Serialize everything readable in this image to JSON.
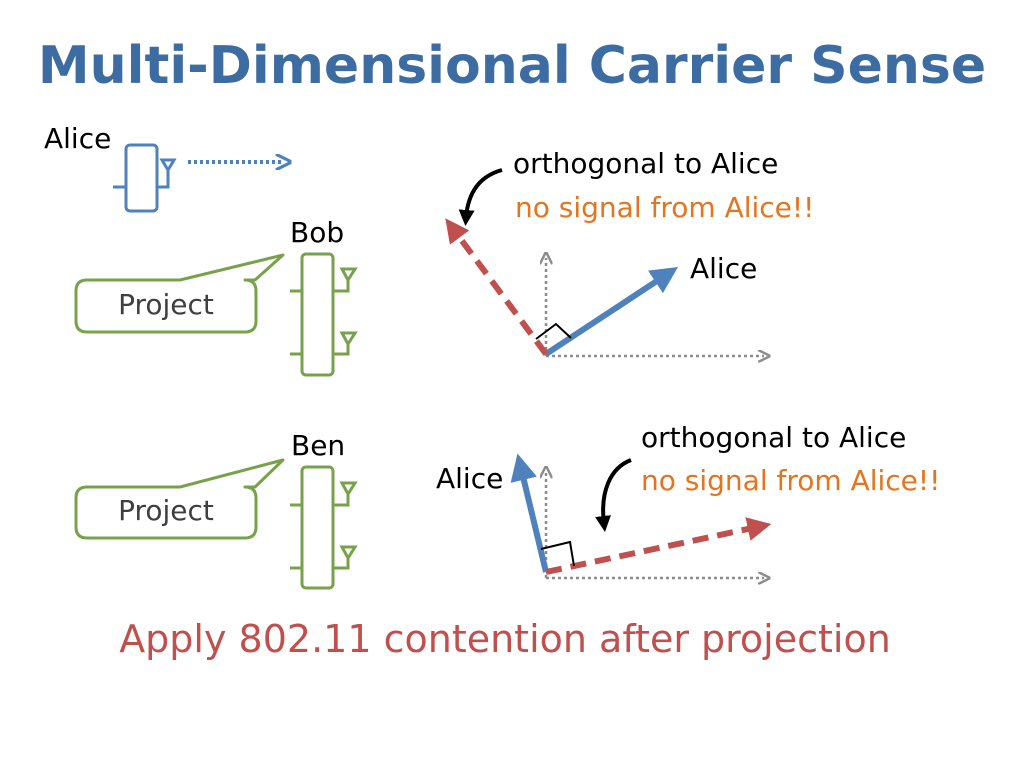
{
  "slide": {
    "title": "Multi-Dimensional Carrier Sense",
    "footer": "Apply 802.11 contention after projection"
  },
  "nodes": {
    "alice": "Alice",
    "bob": "Bob",
    "ben": "Ben"
  },
  "bubbles": {
    "bob": "Project",
    "ben": "Project"
  },
  "top_panel": {
    "note_line1": "orthogonal to Alice",
    "note_line2": "no signal from Alice!!",
    "vector_label": "Alice"
  },
  "bottom_panel": {
    "note_line1": "orthogonal to Alice",
    "note_line2": "no signal from Alice!!",
    "vector_label": "Alice"
  },
  "colors": {
    "title": "#3d6ca3",
    "alice_blue": "#4f82bd",
    "node_green": "#77a24a",
    "interference_red": "#c0504d",
    "note_orange": "#e3751f",
    "footer_red": "#c0504d",
    "axis_gray": "#8c8c8c"
  }
}
